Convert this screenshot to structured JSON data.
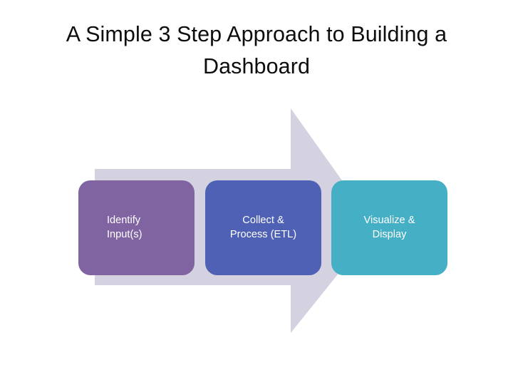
{
  "slide": {
    "title": "A Simple 3 Step Approach to Building a Dashboard",
    "background_color": "#FFFFFF",
    "title_color": "#0D0D0D"
  },
  "process_arrow": {
    "name": "right-block-arrow",
    "fill_color": "#D4D2E0",
    "direction": "right"
  },
  "steps": [
    {
      "index": 1,
      "label": "Identify\nInput(s)",
      "fill_color": "#8064A2",
      "text_color": "#FFFFFF",
      "align": "left"
    },
    {
      "index": 2,
      "label": "Collect &\nProcess (ETL)",
      "fill_color": "#4F61B5",
      "text_color": "#FFFFFF",
      "align": "center"
    },
    {
      "index": 3,
      "label": "Visualize &\nDisplay",
      "fill_color": "#45AFC6",
      "text_color": "#FFFFFF",
      "align": "center"
    }
  ]
}
